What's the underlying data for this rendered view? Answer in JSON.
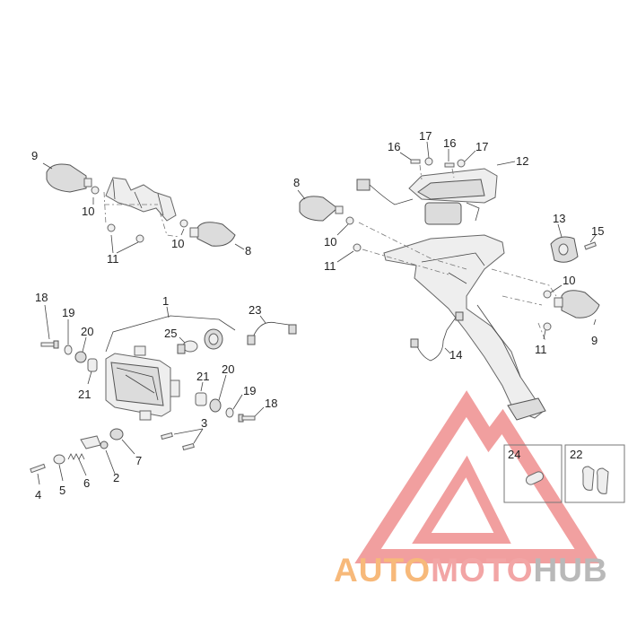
{
  "diagram": {
    "callouts_left_top": {
      "n9": "9",
      "n10a": "10",
      "n11": "11",
      "n10b": "10",
      "n8": "8"
    },
    "callouts_headlight": {
      "n1": "1",
      "n18a": "18",
      "n19a": "19",
      "n20a": "20",
      "n21a": "21",
      "n23": "23",
      "n25": "25",
      "n21b": "21",
      "n20b": "20",
      "n19b": "19",
      "n18b": "18",
      "n3": "3",
      "n7": "7",
      "n2": "2",
      "n6": "6",
      "n5": "5",
      "n4": "4"
    },
    "callouts_right": {
      "n16a": "16",
      "n17a": "17",
      "n16b": "16",
      "n17b": "17",
      "n12": "12",
      "n8": "8",
      "n10a": "10",
      "n11a": "11",
      "n13": "13",
      "n15": "15",
      "n10b": "10",
      "n9": "9",
      "n11b": "11",
      "n14": "14"
    },
    "inset_labels": {
      "n24": "24",
      "n22": "22"
    }
  },
  "watermark": {
    "part1": "AUTO",
    "part2": "MOTO",
    "part3": "HUB",
    "colors": {
      "auto": "#f7b97a",
      "moto": "#f2a5a5",
      "hub": "#b9b9b9",
      "triangle": "#ef8f8f"
    }
  }
}
